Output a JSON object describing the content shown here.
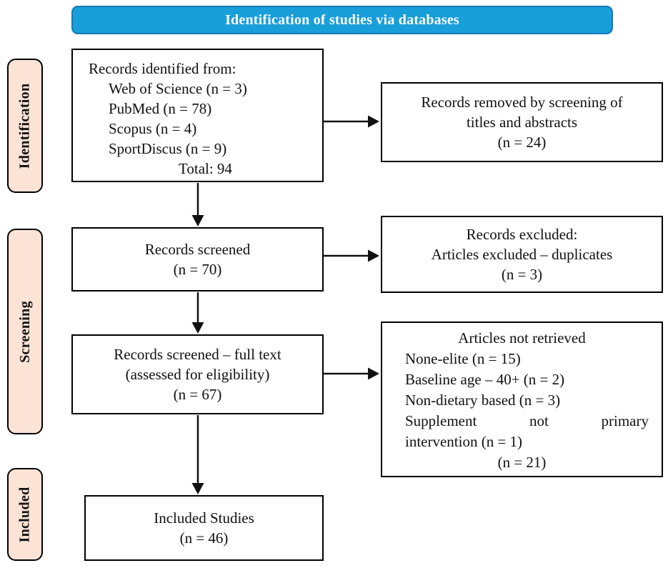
{
  "title": "Identification of studies via databases",
  "colors": {
    "header_fill": "#189ed9",
    "header_border": "#1878b5",
    "stage_fill": "#fbe3d6",
    "box_border": "#000000",
    "arrow": "#111111"
  },
  "stages": [
    {
      "label": "Identification"
    },
    {
      "label": "Screening"
    },
    {
      "label": "Included"
    }
  ],
  "boxes": {
    "identified": {
      "lines": [
        "Records identified from:",
        "Web of Science (n = 3)",
        "PubMed (n = 78)",
        "Scopus (n = 4)",
        "SportDiscus (n = 9)",
        "Total: 94"
      ]
    },
    "removed": {
      "lines": [
        "Records removed by screening of",
        "titles and abstracts",
        "(n = 24)"
      ]
    },
    "screened": {
      "lines": [
        "Records screened",
        "(n = 70)"
      ]
    },
    "excluded": {
      "lines": [
        "Records excluded:",
        "Articles excluded – duplicates",
        "(n = 3)"
      ]
    },
    "fulltext": {
      "lines": [
        "Records screened – full text",
        "(assessed for eligibility)",
        "(n = 67)"
      ]
    },
    "not_retrieved": {
      "lines": [
        "Articles not retrieved",
        "None-elite (n = 15)",
        "Baseline age – 40+ (n = 2)",
        "Non-dietary based (n = 3)",
        "Supplement not primary",
        "intervention (n = 1)",
        "(n = 21)"
      ]
    },
    "included": {
      "lines": [
        "Included Studies",
        "(n = 46)"
      ]
    }
  }
}
